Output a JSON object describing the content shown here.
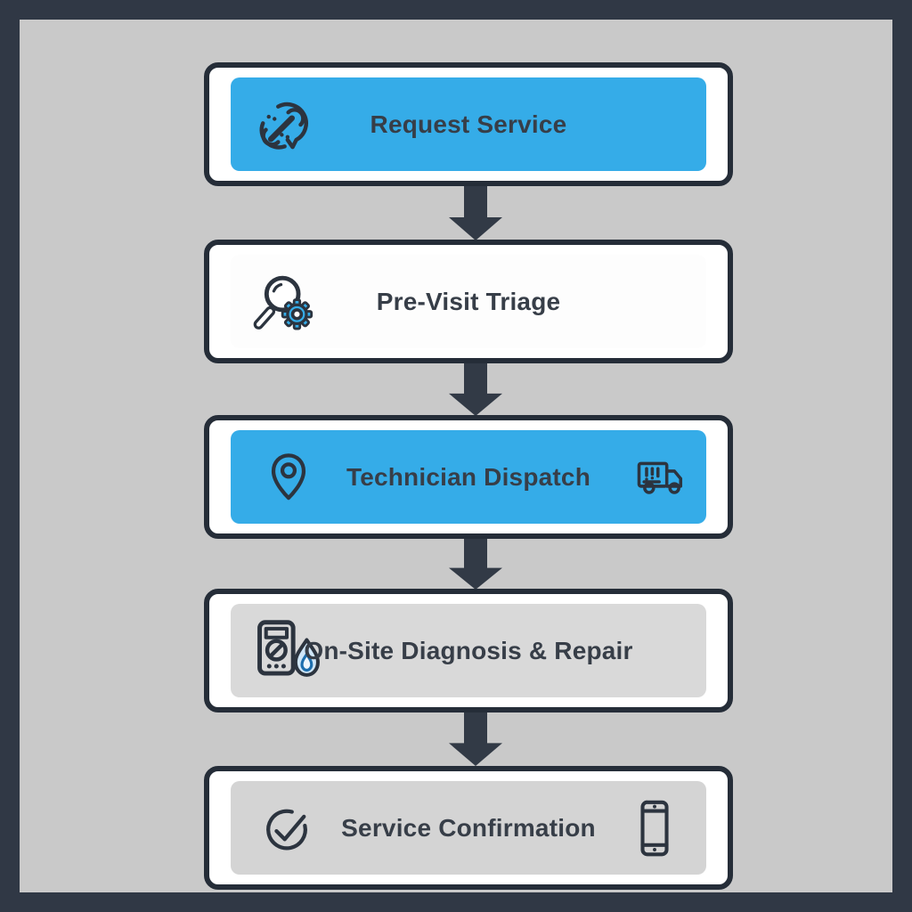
{
  "steps": [
    {
      "label": "Request Service",
      "fill": "#35ace8",
      "left_icon": "wrench-chat-icon",
      "right_icon": ""
    },
    {
      "label": "Pre-Visit Triage",
      "fill": "#fdfdfd",
      "left_icon": "magnifier-gear-icon",
      "right_icon": ""
    },
    {
      "label": "Technician Dispatch",
      "fill": "#35ace8",
      "left_icon": "location-pin-icon",
      "right_icon": "delivery-truck-icon"
    },
    {
      "label": "On-Site Diagnosis & Repair",
      "fill": "#d9d9d9",
      "left_icon": "multimeter-flame-icon",
      "right_icon": ""
    },
    {
      "label": "Service Confirmation",
      "fill": "#d4d4d4",
      "left_icon": "check-circle-icon",
      "right_icon": "smartphone-icon"
    }
  ],
  "colors": {
    "canvas_background": "#c9c9c9",
    "outer_frame": "#303845",
    "card_border": "#252d38",
    "card_background": "#ffffff",
    "accent_blue": "#35ace8",
    "neutral_gray_panel": "#d9d9d9",
    "arrow": "#323a46",
    "icon_stroke": "#2c343f",
    "text": "#373e48",
    "flame_light_blue": "#cfe6f8",
    "gear_blue": "#35ace8"
  }
}
